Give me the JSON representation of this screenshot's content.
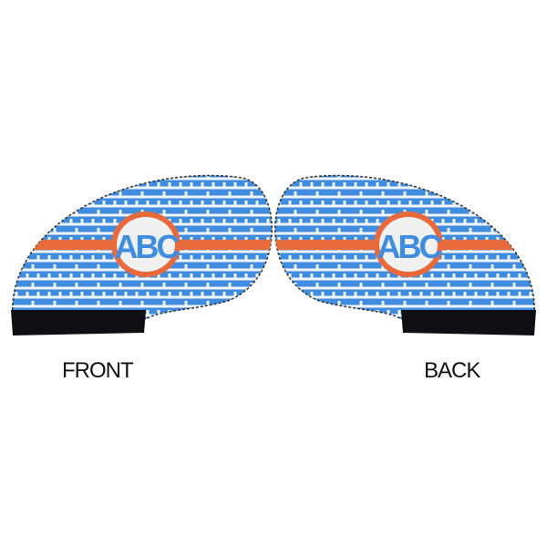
{
  "product": {
    "views": [
      {
        "label": "FRONT",
        "monogram": "ABC"
      },
      {
        "label": "BACK",
        "monogram": "ABC"
      }
    ]
  },
  "colors": {
    "pattern_blue": "#3f8de0",
    "pattern_white": "#f2f4f8",
    "stripe_orange": "#e8693a",
    "monogram_bg": "#f0f0f0",
    "cuff_black": "#0f0f14"
  }
}
